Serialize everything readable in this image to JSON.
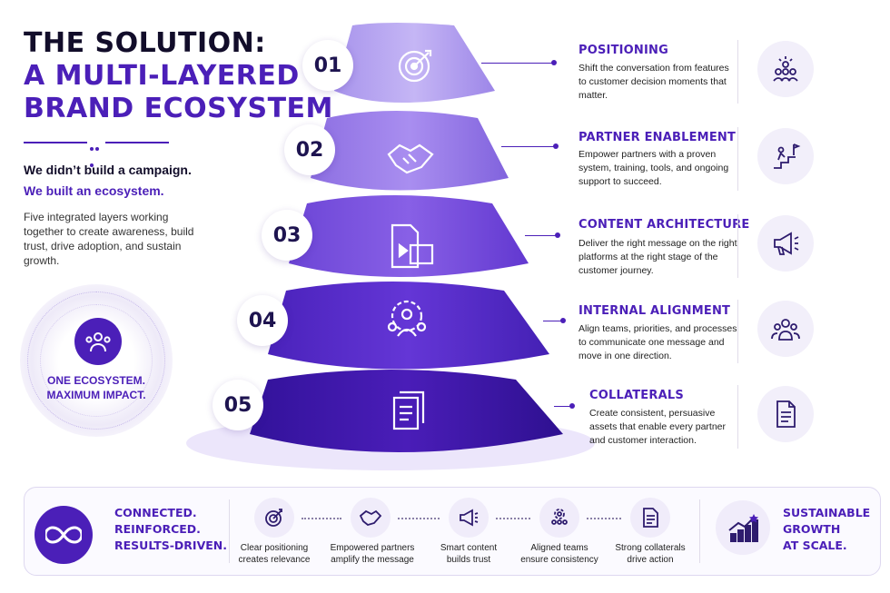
{
  "title": {
    "line1": "THE SOLUTION:",
    "line2": "A MULTI-LAYERED",
    "line3": "BRAND ECOSYSTEM"
  },
  "intro": {
    "lead1": "We didn’t build a campaign.",
    "lead2": "We built an ecosystem.",
    "body": "Five integrated layers working together to create awareness, build trust, drive adoption, and sustain growth."
  },
  "badge": {
    "line1": "ONE ECOSYSTEM.",
    "line2": "MAXIMUM IMPACT."
  },
  "layers": [
    {
      "num": "01",
      "title": "POSITIONING",
      "desc": "Shift the conversation from features to customer decision moments that matter.",
      "icon": "target-icon",
      "side_icon": "audience-ideas-icon"
    },
    {
      "num": "02",
      "title": "PARTNER ENABLEMENT",
      "desc": "Empower partners with a proven system, training, tools, and ongoing support to succeed.",
      "icon": "handshake-icon",
      "side_icon": "climb-stairs-flag-icon"
    },
    {
      "num": "03",
      "title": "CONTENT ARCHITECTURE",
      "desc": "Deliver the right message on the right platforms at the right stage of the customer journey.",
      "icon": "content-media-icon",
      "side_icon": "megaphone-icon"
    },
    {
      "num": "04",
      "title": "INTERNAL ALIGNMENT",
      "desc": "Align teams, priorities, and processes to communicate one message and move in one direction.",
      "icon": "team-gear-icon",
      "side_icon": "team-icon"
    },
    {
      "num": "05",
      "title": "COLLATERALS",
      "desc": "Create consistent, persuasive assets that enable every partner and customer interaction.",
      "icon": "documents-icon",
      "side_icon": "document-icon"
    }
  ],
  "bottom": {
    "tagline": [
      "CONNECTED.",
      "REINFORCED.",
      "RESULTS-DRIVEN."
    ],
    "steps": [
      {
        "text1": "Clear positioning",
        "text2": "creates relevance",
        "icon": "target-icon"
      },
      {
        "text1": "Empowered partners",
        "text2": "amplify the message",
        "icon": "handshake-icon"
      },
      {
        "text1": "Smart content",
        "text2": "builds trust",
        "icon": "megaphone-icon"
      },
      {
        "text1": "Aligned teams",
        "text2": "ensure consistency",
        "icon": "team-gear-icon"
      },
      {
        "text1": "Strong collaterals",
        "text2": "drive action",
        "icon": "document-icon"
      }
    ],
    "closing": [
      "SUSTAINABLE",
      "GROWTH",
      "AT SCALE."
    ]
  },
  "colors": {
    "brand": "#4b1fb8",
    "dark": "#120d2a",
    "layer1": "#b8a6f0",
    "layer2": "#9a7ee8",
    "layer3": "#7a55dc",
    "layer4": "#5a2fc8",
    "layer5": "#3d16a6"
  }
}
